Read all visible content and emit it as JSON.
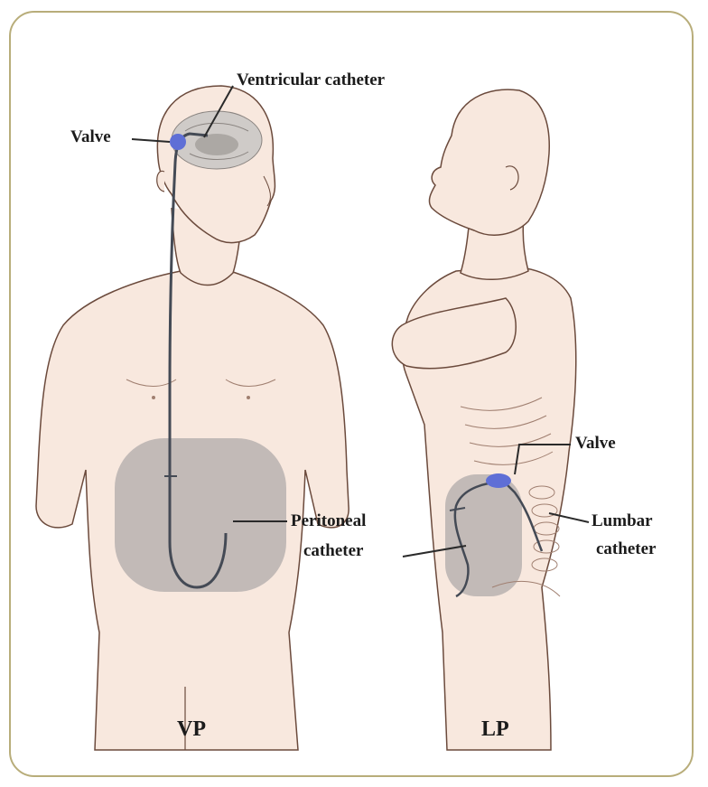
{
  "labels": {
    "ventricular_catheter": "Ventricular catheter",
    "valve_vp": "Valve",
    "peritoneal_catheter_line1": "Peritoneal",
    "peritoneal_catheter_line2": "catheter",
    "valve_lp": "Valve",
    "lumbar_catheter_line1": "Lumbar",
    "lumbar_catheter_line2": "catheter"
  },
  "captions": {
    "vp": "VP",
    "lp": "LP"
  },
  "colors": {
    "skin": "#f8e8de",
    "outline": "#6b4a3c",
    "abdomen_area": "#b9b2b0",
    "catheter": "#444a55",
    "valve": "#5f6fd6",
    "frame": "#b8ad7a"
  }
}
